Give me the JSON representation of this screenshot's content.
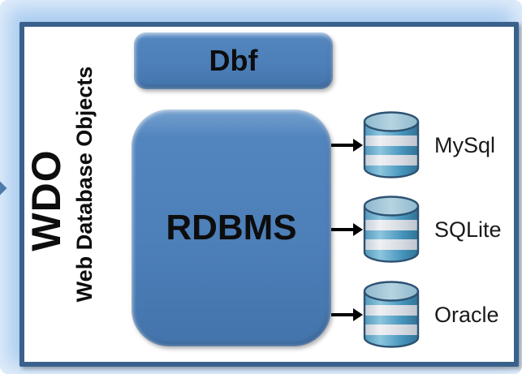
{
  "diagram": {
    "acronym": "WDO",
    "acronym_subtitle": "Web Database Objects",
    "dbf": {
      "label": "Dbf"
    },
    "rdbms": {
      "label": "RDBMS"
    },
    "databases": [
      {
        "label": "MySql"
      },
      {
        "label": "SQLite"
      },
      {
        "label": "Oracle"
      }
    ],
    "colors": {
      "box_fill": "#4B7EBB",
      "frame_outer": "#ABCDF0",
      "frame_border": "#3A618C",
      "cylinder_teal": "#4593BB",
      "cylinder_stripe": "#D9DDE3",
      "cylinder_top": "#A6C9DA",
      "arrow": "#000000",
      "text": "#0D0D0D"
    }
  }
}
